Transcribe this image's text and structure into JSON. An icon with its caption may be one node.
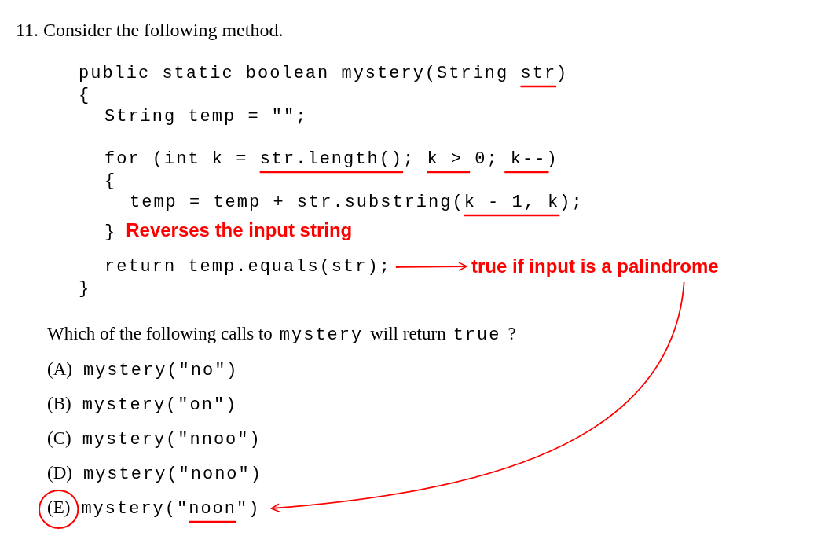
{
  "diagram": {
    "nodes": [
      {
        "text": [
          "return temp.equals(str);"
        ]
      },
      {
        "text": [
          "true if input is a palindrome"
        ]
      },
      {
        "text": [
          "(E)",
          "mystery(\"noon\")"
        ]
      }
    ],
    "edges": [
      {
        "from": 0,
        "to": 1,
        "arrow": "to"
      },
      {
        "from": 1,
        "to": 2,
        "arrow": "to"
      }
    ],
    "labels": [
      "11. Consider the following method.",
      "public static boolean mystery(String str)",
      "{",
      "String temp = \"\";",
      "for (int k = str.length(); k > 0; k--)",
      "{",
      "temp = temp + str.substring(k - 1, k);",
      "}",
      "Reverses the input string",
      "}",
      "Which of the following calls to",
      "mystery",
      "will return",
      "true",
      "?",
      "(A)",
      "mystery(\"no\")",
      "(B)",
      "mystery(\"on\")",
      "(C)",
      "mystery(\"nnoo\")",
      "(D)",
      "mystery(\"nono\")"
    ]
  }
}
